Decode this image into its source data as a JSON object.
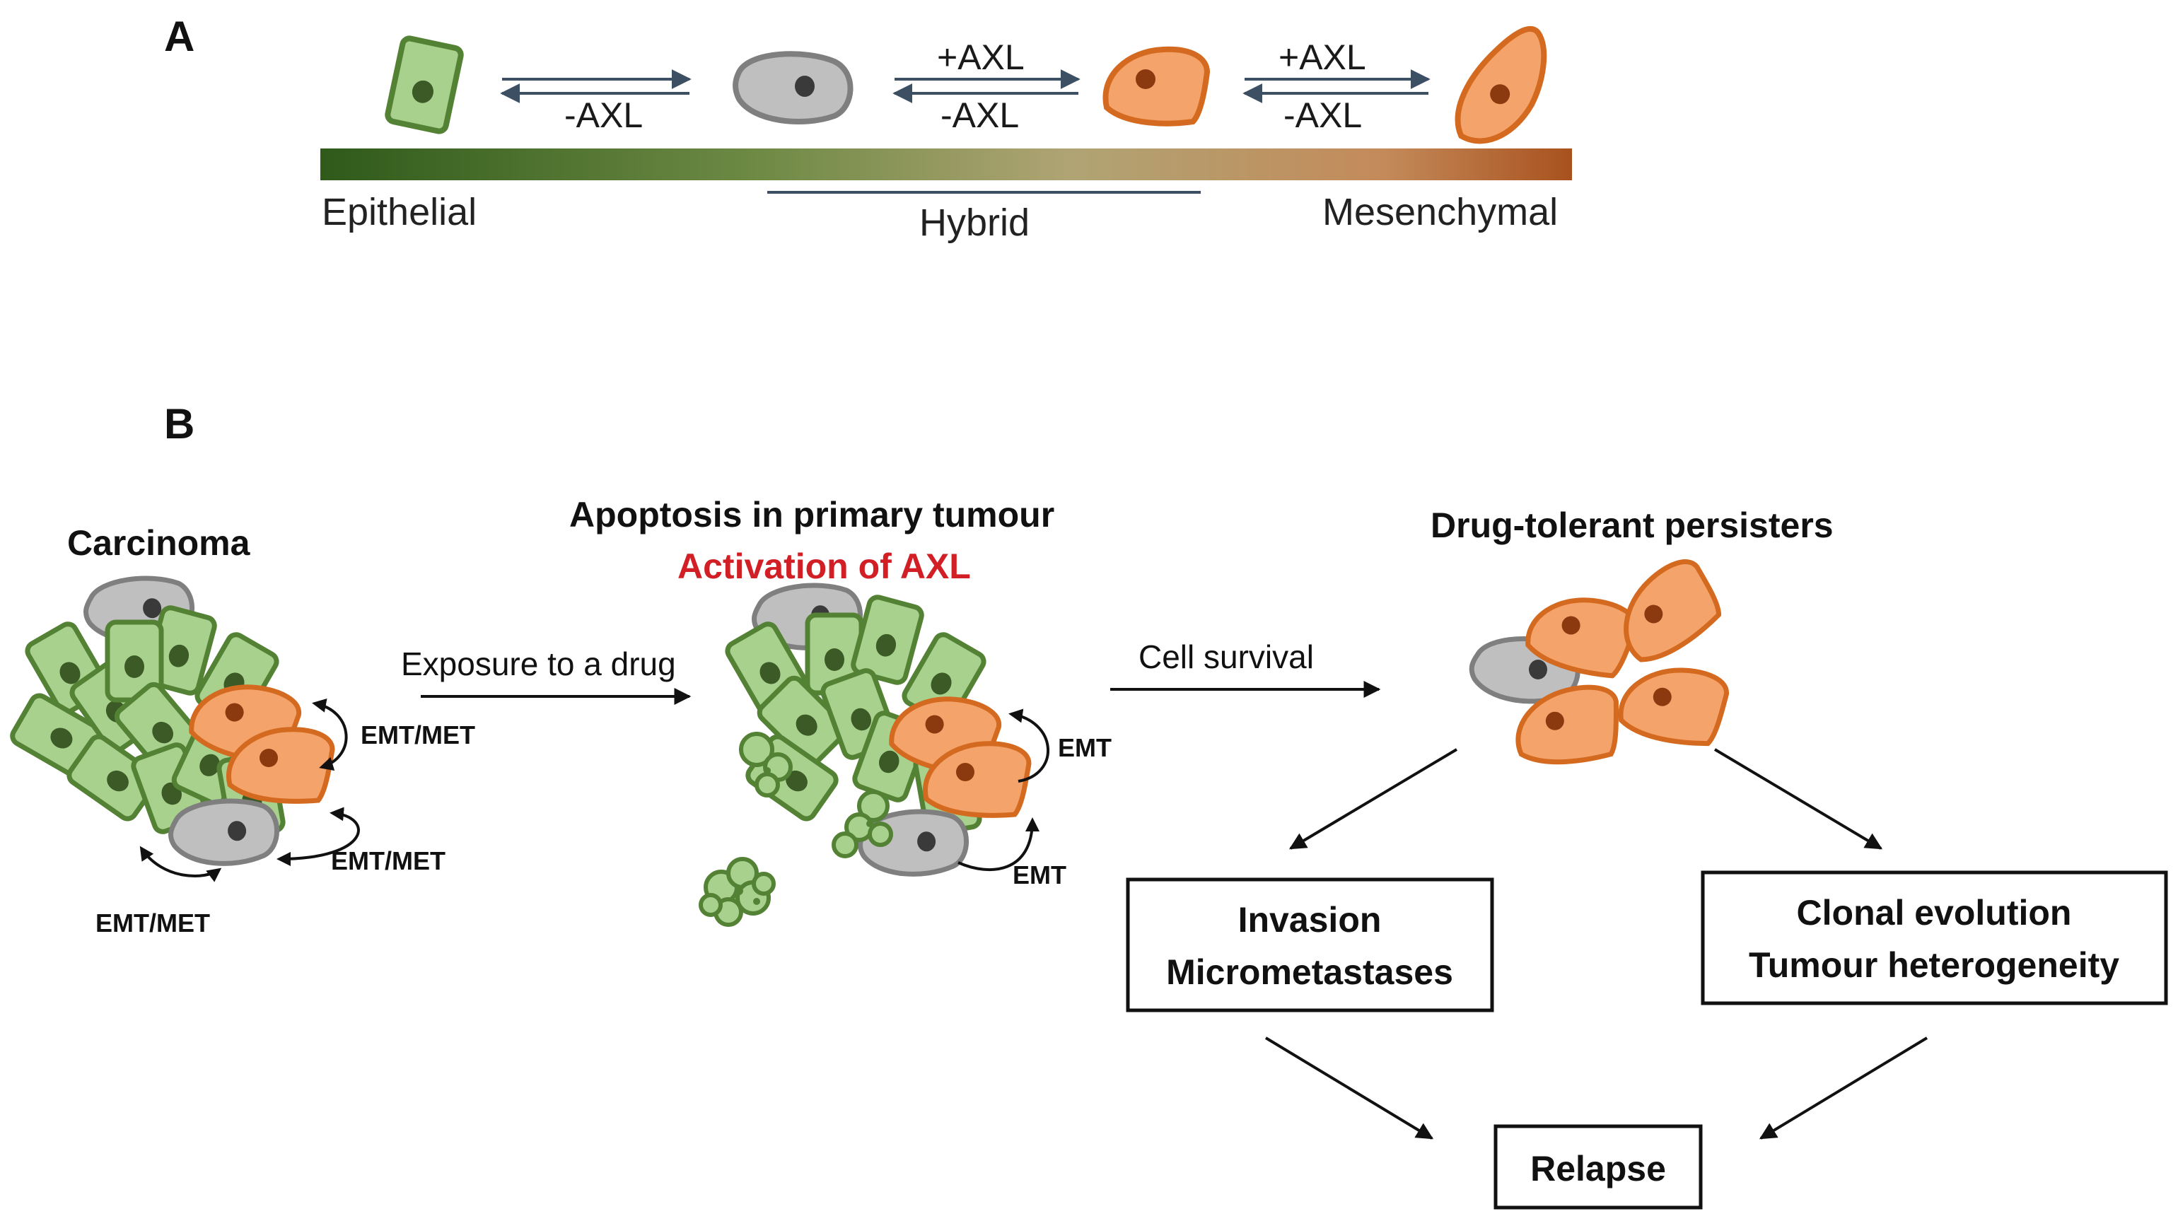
{
  "panel_a": {
    "letter": "A",
    "plus_axl": "+AXL",
    "minus_axl": "-AXL",
    "labels": {
      "epithelial": "Epithelial",
      "hybrid": "Hybrid",
      "mesenchymal": "Mesenchymal"
    },
    "colors": {
      "epithelial_green": "#3a6b20",
      "hybrid_mid": "#8a8a50",
      "mesenchymal_brown": "#b05a22",
      "arrow": "#3d4f63"
    }
  },
  "panel_b": {
    "letter": "B",
    "carcinoma": "Carcinoma",
    "apoptosis_title": "Apoptosis in primary tumour",
    "activation_title": "Activation of AXL",
    "persisters_title": "Drug-tolerant persisters",
    "exposure_label": "Exposure to a drug",
    "survival_label": "Cell survival",
    "emt_met": "EMT/MET",
    "emt": "EMT",
    "invasion_line1": "Invasion",
    "invasion_line2": "Micrometastases",
    "clonal_line1": "Clonal evolution",
    "clonal_line2": "Tumour heterogeneity",
    "relapse": "Relapse",
    "colors": {
      "green_cell_fill": "#a9d18e",
      "green_cell_stroke": "#548235",
      "orange_cell_fill": "#f4a36b",
      "orange_cell_stroke": "#d46a1f",
      "grey_cell_fill": "#bfbfbf",
      "grey_cell_stroke": "#7f7f7f",
      "activation_red": "#d21f26"
    }
  }
}
